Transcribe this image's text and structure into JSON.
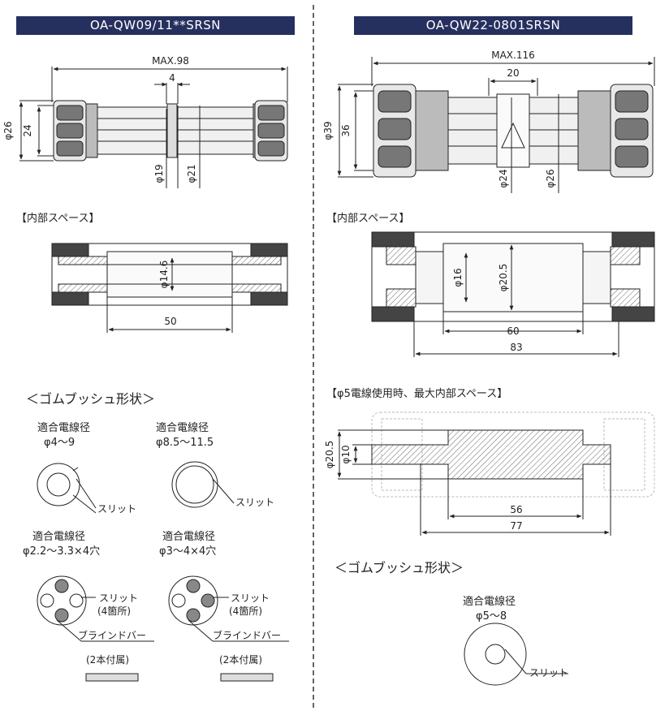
{
  "left": {
    "header": "OA-QW09/11**SRSN",
    "dims": {
      "max": "MAX.98",
      "gap": "4",
      "d_outer": "φ26",
      "h_24": "24",
      "d19": "φ19",
      "d21": "φ21"
    },
    "inner_title": "【内部スペース】",
    "inner_dims": {
      "d146": "φ14.6",
      "len50": "50"
    },
    "bush_title": "＜ゴムブッシュ形状＞",
    "bushes": [
      {
        "title": "適合電線径",
        "range": "φ4〜9",
        "slit": "スリット"
      },
      {
        "title": "適合電線径",
        "range": "φ8.5〜11.5",
        "slit": "スリット"
      },
      {
        "title": "適合電線径",
        "range": "φ2.2〜3.3×4穴",
        "slit": "スリット",
        "slit_note": "(4箇所)",
        "bar": "ブラインドバー",
        "bar_note": "(2本付属)"
      },
      {
        "title": "適合電線径",
        "range": "φ3〜4×4穴",
        "slit": "スリット",
        "slit_note": "(4箇所)",
        "bar": "ブラインドバー",
        "bar_note": "(2本付属)"
      }
    ]
  },
  "right": {
    "header": "OA-QW22-0801SRSN",
    "dims": {
      "max": "MAX.116",
      "top20": "20",
      "d39": "φ39",
      "h36": "36",
      "d24": "φ24",
      "d26": "φ26"
    },
    "inner_title": "【内部スペース】",
    "inner_dims": {
      "d16": "φ16",
      "d205": "φ20.5",
      "len60": "60",
      "len83": "83"
    },
    "max_title": "【φ5電線使用時、最大内部スペース】",
    "max_dims": {
      "d205": "φ20.5",
      "d10": "φ10",
      "len56": "56",
      "len77": "77"
    },
    "bush_title": "＜ゴムブッシュ形状＞",
    "bush": {
      "title": "適合電線径",
      "range": "φ5〜8",
      "slit": "スリット"
    }
  },
  "colors": {
    "header_bg": "#26305f",
    "header_fg": "#ffffff",
    "line": "#222222",
    "hatch": "#555555",
    "ghost": "#b8b8b8"
  }
}
